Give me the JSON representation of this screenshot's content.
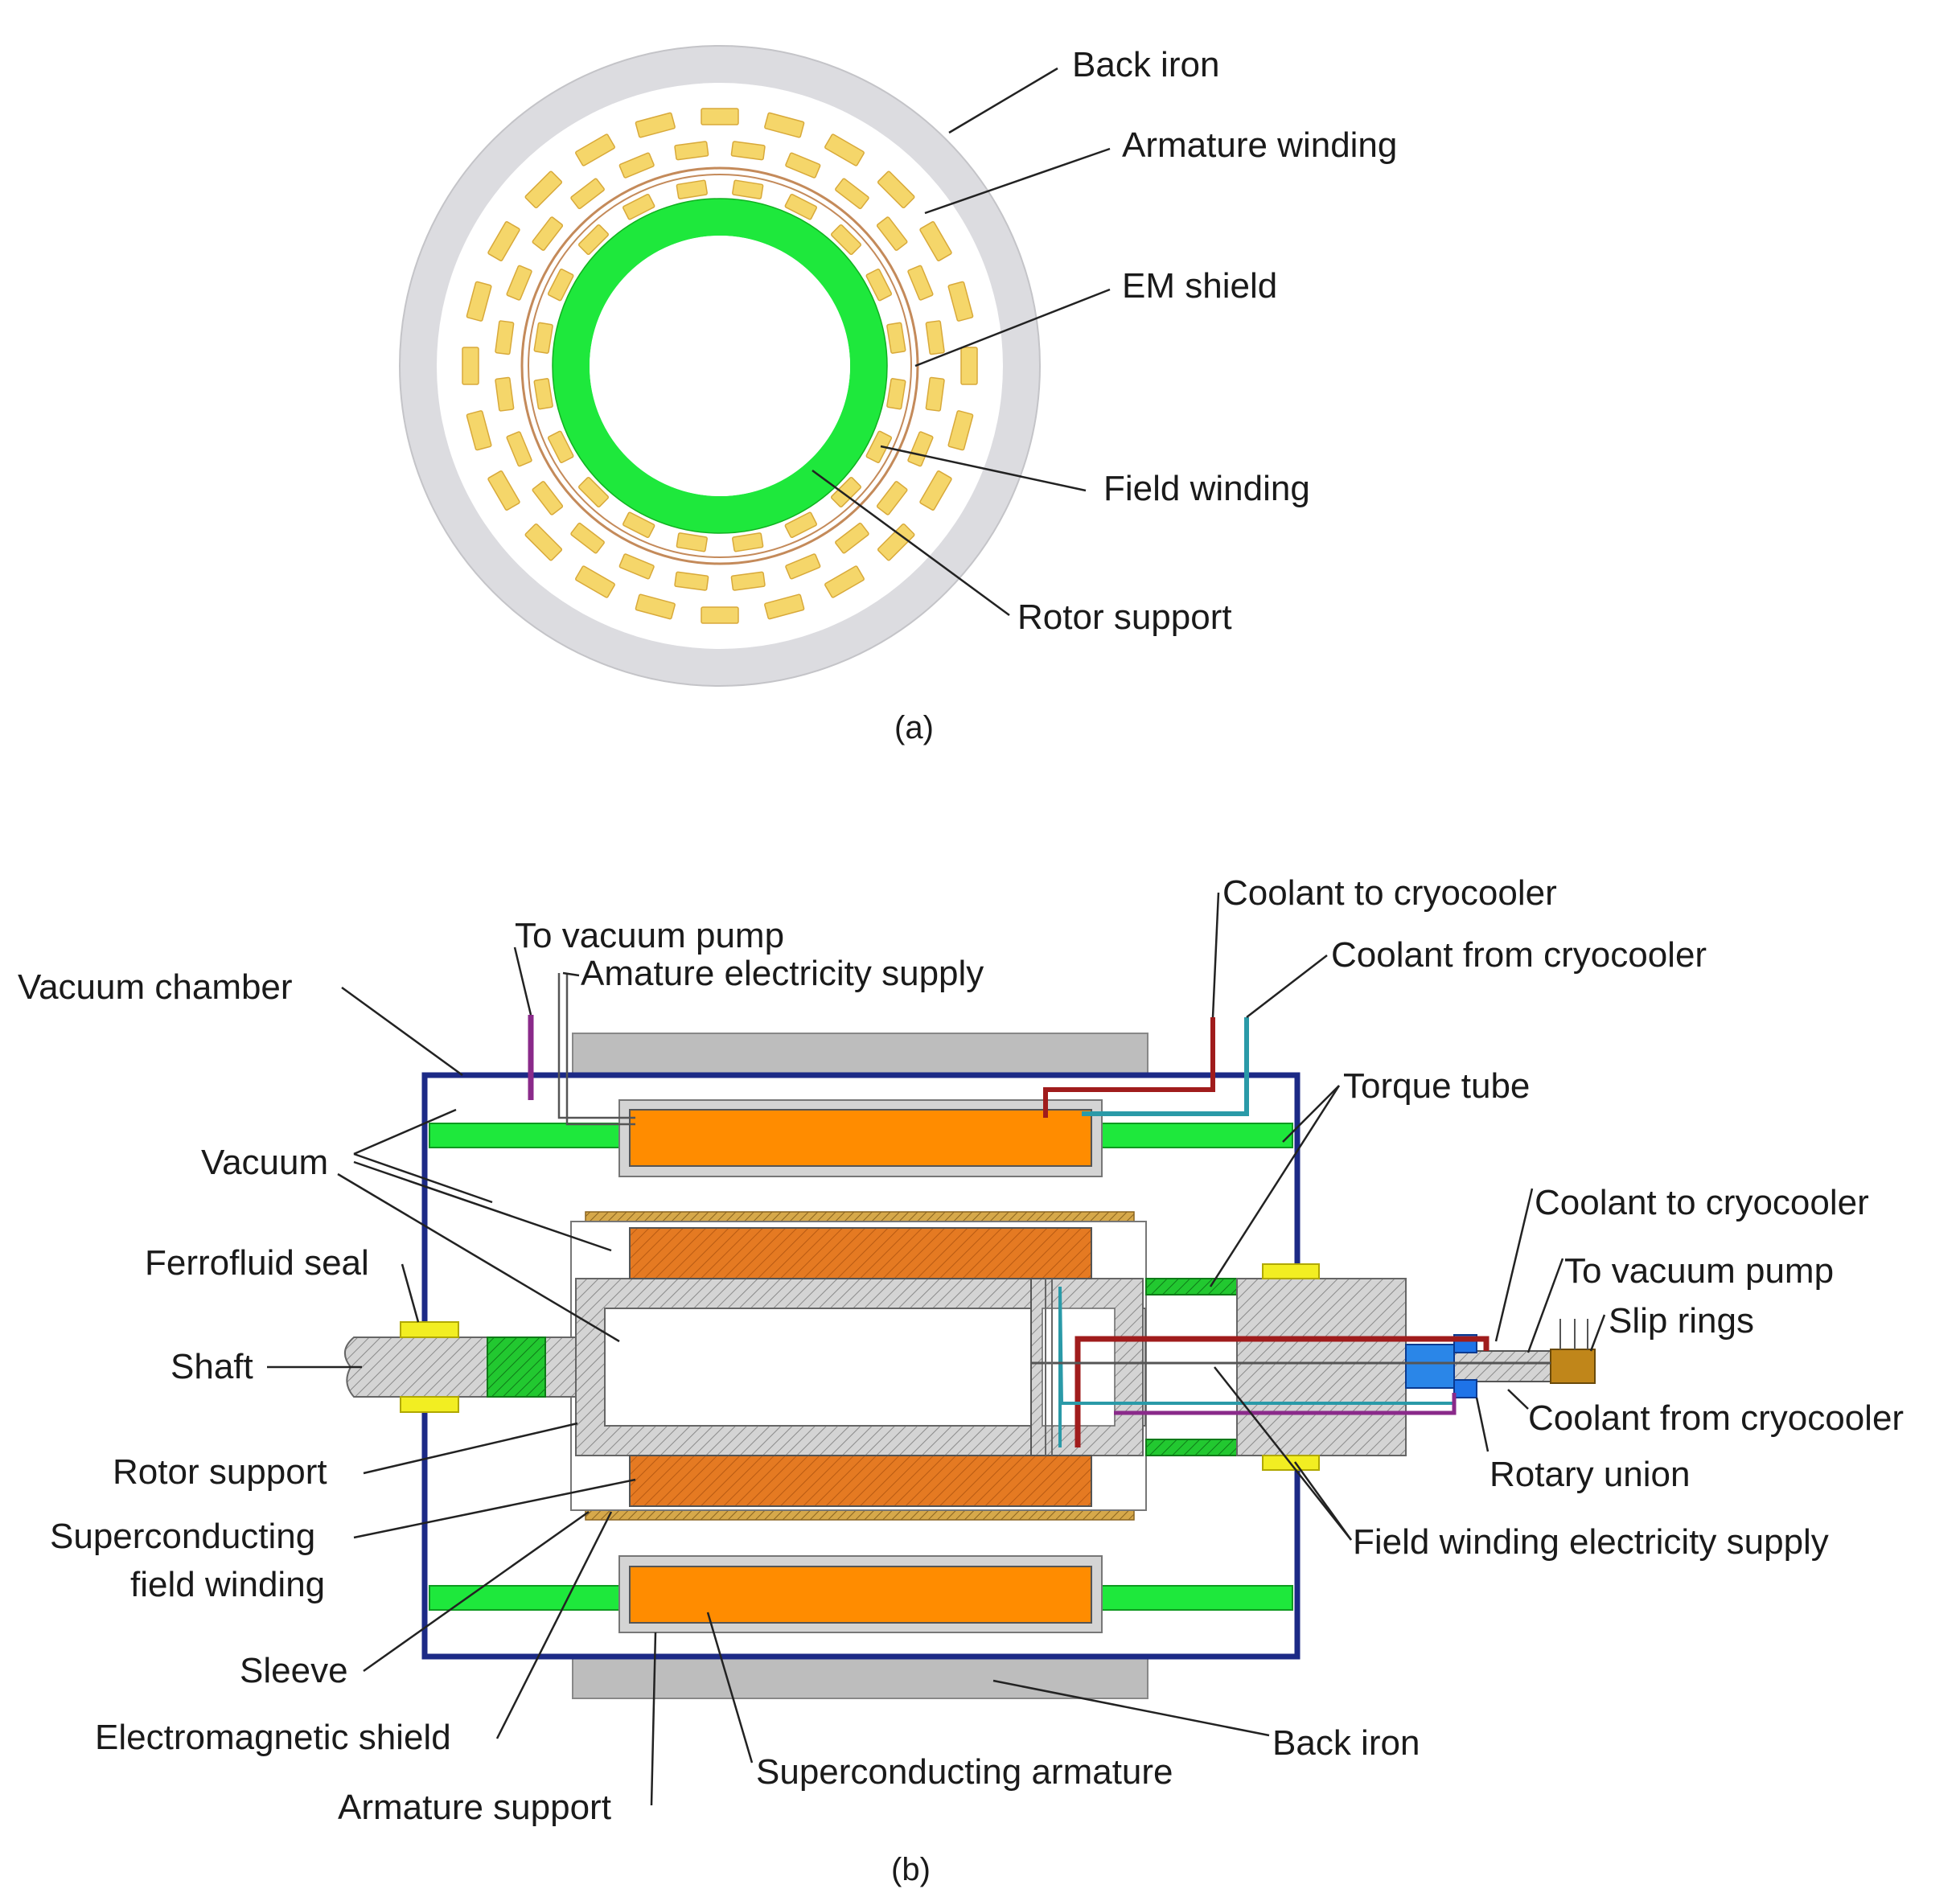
{
  "panel_a": {
    "caption": "(a)",
    "labels": {
      "back_iron": "Back iron",
      "armature_winding": "Armature winding",
      "em_shield": "EM shield",
      "field_winding": "Field winding",
      "rotor_support": "Rotor support"
    },
    "colors": {
      "back_iron": "#dcdce0",
      "windings": "#f5d66a",
      "winding_edge": "#d8a93a",
      "em_shield": "#c48a5a",
      "rotor_support": "#1ee83c"
    }
  },
  "panel_b": {
    "caption": "(b)",
    "labels": {
      "to_vacuum_pump_top": "To vacuum pump",
      "amature_supply": "Amature electricity supply",
      "vacuum_chamber": "Vacuum chamber",
      "coolant_to_top": "Coolant to cryocooler",
      "coolant_from_top": "Coolant from cryocooler",
      "torque_tube": "Torque tube",
      "vacuum": "Vacuum",
      "ferrofluid_seal": "Ferrofluid seal",
      "shaft": "Shaft",
      "rotor_support": "Rotor support",
      "sc_field_1": "Superconducting",
      "sc_field_2": "field winding",
      "sleeve": "Sleeve",
      "em_shield": "Electromagnetic shield",
      "armature_support": "Armature support",
      "sc_armature": "Superconducting armature",
      "back_iron": "Back iron",
      "field_supply": "Field winding electricity supply",
      "coolant_to_right": "Coolant to cryocooler",
      "to_vacuum_pump_right": "To vacuum pump",
      "slip_rings": "Slip rings",
      "coolant_from_right": "Coolant from cryocooler",
      "rotary_union": "Rotary union"
    },
    "colors": {
      "chamber": "#1c2a86",
      "back_iron": "#bdbdbd",
      "orange": "#ff8c00",
      "field_winding": "#d9772a",
      "sleeve": "#c99a3c",
      "green": "#1ee83c",
      "seal": "#f2ee22",
      "coolant_to": "#a01c1c",
      "coolant_from": "#2a9aa8",
      "vacuum_line": "#8a2a8a",
      "rotary_union": "#1e73e8",
      "slip_rings": "#c0861a"
    }
  }
}
